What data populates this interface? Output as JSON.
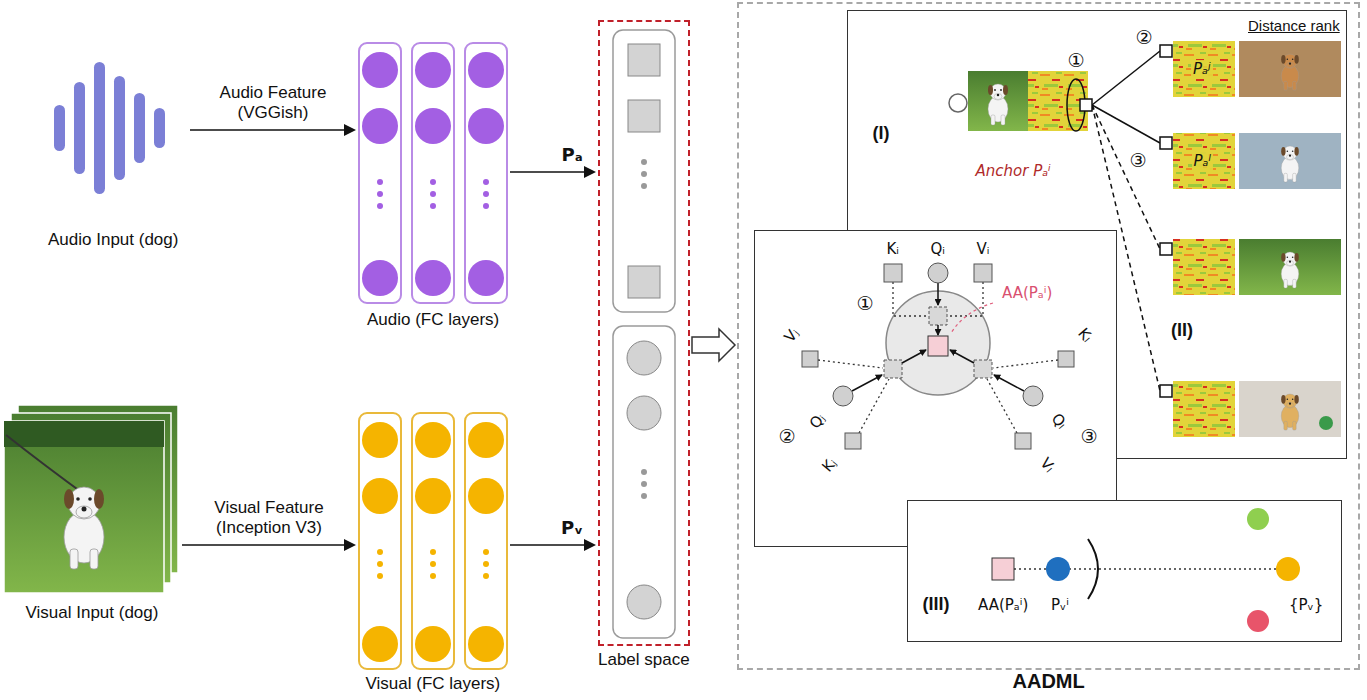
{
  "diagram": {
    "nodes": [
      {
        "text": [
          "Audio Input (dog)"
        ]
      },
      {
        "text": [
          "Audio (FC layers)"
        ]
      },
      {
        "text": [
          "Visual Input (dog)"
        ]
      },
      {
        "text": [
          "Visual (FC layers)"
        ]
      },
      {
        "text": [
          "Label space"
        ]
      },
      {
        "text": [
          "AADML"
        ]
      },
      {
        "text": [
          "(I)"
        ],
        "in": 5
      },
      {
        "text": [
          "(II)"
        ],
        "in": 5
      },
      {
        "text": [
          "(III)"
        ],
        "in": 5
      }
    ],
    "edges": [
      {
        "from": 0,
        "to": 1,
        "arrow": "to",
        "label": "Audio Feature (VGGish)"
      },
      {
        "from": 1,
        "to": 4,
        "arrow": "to",
        "label": "Pₐ"
      },
      {
        "from": 2,
        "to": 3,
        "arrow": "to",
        "label": "Visual Feature (Inception V3)"
      },
      {
        "from": 3,
        "to": 4,
        "arrow": "to",
        "label": "Pᵥ"
      },
      {
        "from": 4,
        "to": 5,
        "arrow": "to"
      }
    ],
    "labels": [
      "①",
      "②",
      "③",
      "Distance rank",
      "Pₐʲ",
      "Pₐˡ",
      "Anchor Pₐⁱ",
      "Kᵢ",
      "Qᵢ",
      "Vᵢ",
      "①",
      "AA(Pₐⁱ)",
      "Vⱼ",
      "Qⱼ",
      "Kⱼ",
      "②",
      "Kₗ",
      "Qₗ",
      "Vₗ",
      "③",
      "AA(Pₐⁱ)",
      "Pᵥⁱ",
      "{Pᵥ}"
    ]
  }
}
